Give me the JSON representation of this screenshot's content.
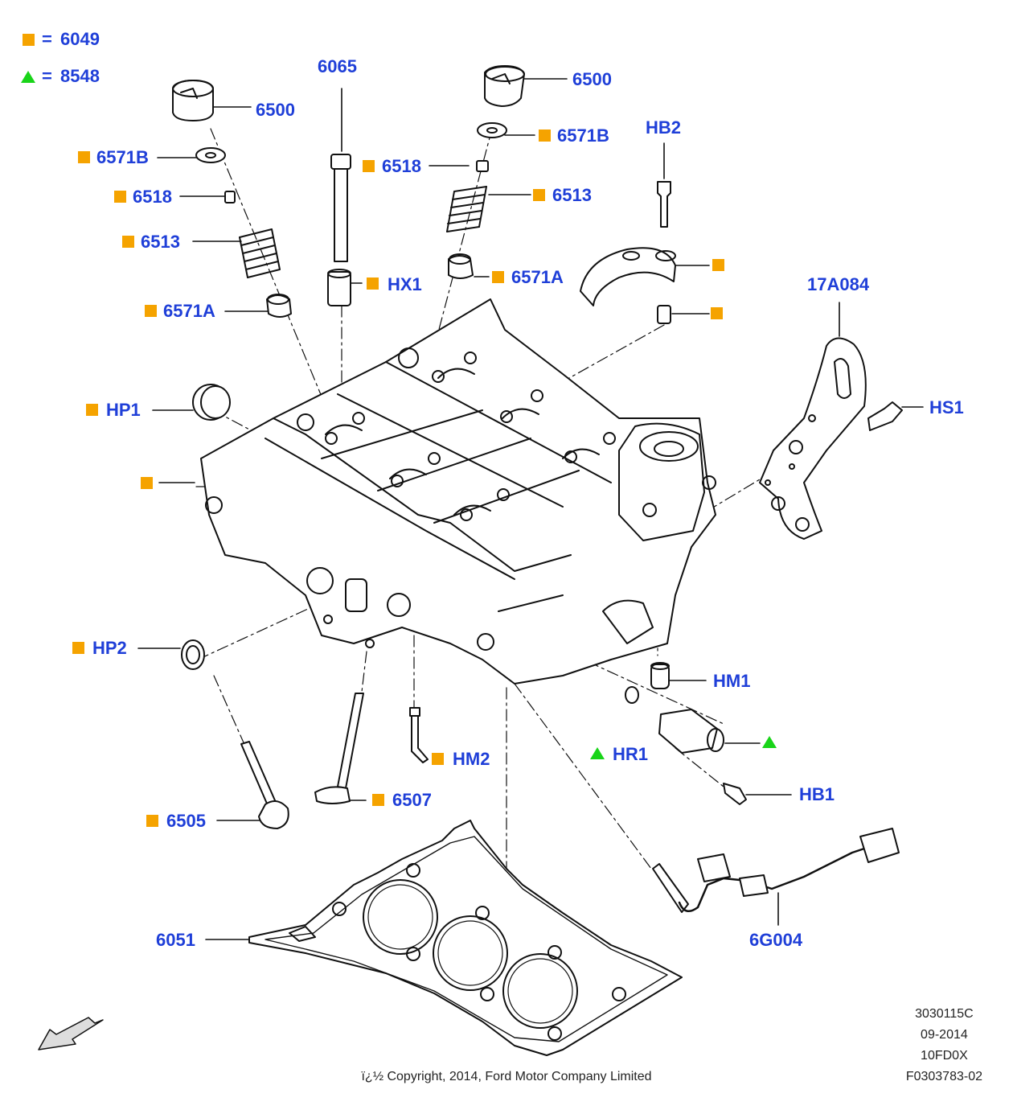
{
  "legend": {
    "square_code": "6049",
    "triangle_code": "8548",
    "equals": "="
  },
  "colors": {
    "label": "#1f3fd8",
    "square_marker": "#f5a300",
    "triangle_marker": "#19d419"
  },
  "labels": {
    "p6500_left": "6500",
    "p6571b_left": "6571B",
    "p6518_left": "6518",
    "p6513_left": "6513",
    "p6571a_left": "6571A",
    "p6065": "6065",
    "hx1": "HX1",
    "p6500_right": "6500",
    "p6571b_right": "6571B",
    "p6518_right": "6518",
    "p6513_right": "6513",
    "p6571a_right": "6571A",
    "hb2": "HB2",
    "p17a084": "17A084",
    "hs1": "HS1",
    "hp1": "HP1",
    "hp2": "HP2",
    "hm1": "HM1",
    "hr1": "HR1",
    "hm2": "HM2",
    "hb1": "HB1",
    "p6507": "6507",
    "p6505": "6505",
    "p6051": "6051",
    "p6g004": "6G004"
  },
  "meta": {
    "code": "3030115C",
    "date": "09-2014",
    "model": "10FD0X",
    "figure": "F0303783-02"
  },
  "copyright": "ï¿½ Copyright, 2014, Ford Motor Company Limited"
}
